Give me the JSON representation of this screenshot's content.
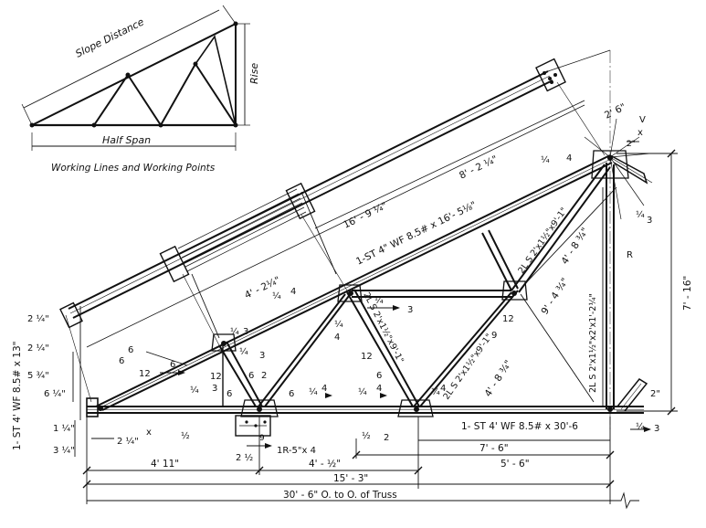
{
  "inset": {
    "slope_distance": "Slope Distance",
    "rise": "Rise",
    "half_span": "Half Span",
    "caption": "Working Lines and Working Points"
  },
  "members": {
    "top_chord": "1-ST 4\" WF 8.5# x 16'- 5⅛\"",
    "bottom_chord": "1- ST 4' WF 8.5# x 30'-6",
    "end_member": "1- ST 4' WF 8.5# x 13\"",
    "web_upper": "2L S 2'x1½\"x9'-1\"",
    "web_mid": "2L S 2'x1½\"x9'-1\"",
    "web_right": "2L S 2'x1½\"x9'-1\"",
    "post": "2L S 2'x1½\"x2'x1'-2¼\"",
    "plate": "1R-5\"x 4"
  },
  "dimensions": {
    "top_16_9": "16' - 9 ¼\"",
    "top_8_2": "8' - 2 ¼\"",
    "top_4_2": "4' - 2¼\"",
    "apex_2_6": "2' 6\"",
    "rise_7_16": "7' - 16\"",
    "web_4_8_a": "4' - 8 ¾\"",
    "web_4_8_b": "4' - 8 ¾\"",
    "web_9_4": "9' - 4 ¾\"",
    "bot_4_11": "4' 11\"",
    "bot_4_half": "4' - ½\"",
    "bot_5_6": "5' - 6\"",
    "bot_7_6": "7' - 6\"",
    "bot_15_3": "15' - 3\"",
    "overall": "30' - 6\" O. to O. of Truss",
    "left_2_a": "2 ¼\"",
    "left_2_b": "2 ¼\"",
    "left_5_3": "5 ¾\"",
    "left_6": "6 ¼\"",
    "left_1": "1 ¼\"",
    "left_3": "3 ¼\"",
    "shoe_2": "2 ¼\"",
    "plate_2": "2 ½",
    "gap_2": "2\"",
    "right_2": "2\""
  },
  "marks": {
    "quarter": "¼",
    "half": "½",
    "slope_12": "12",
    "slope_6": "6",
    "slope_9": "9",
    "n3": "3",
    "n4": "4",
    "n2": "2",
    "x": "x",
    "v": "V",
    "r": "R"
  }
}
